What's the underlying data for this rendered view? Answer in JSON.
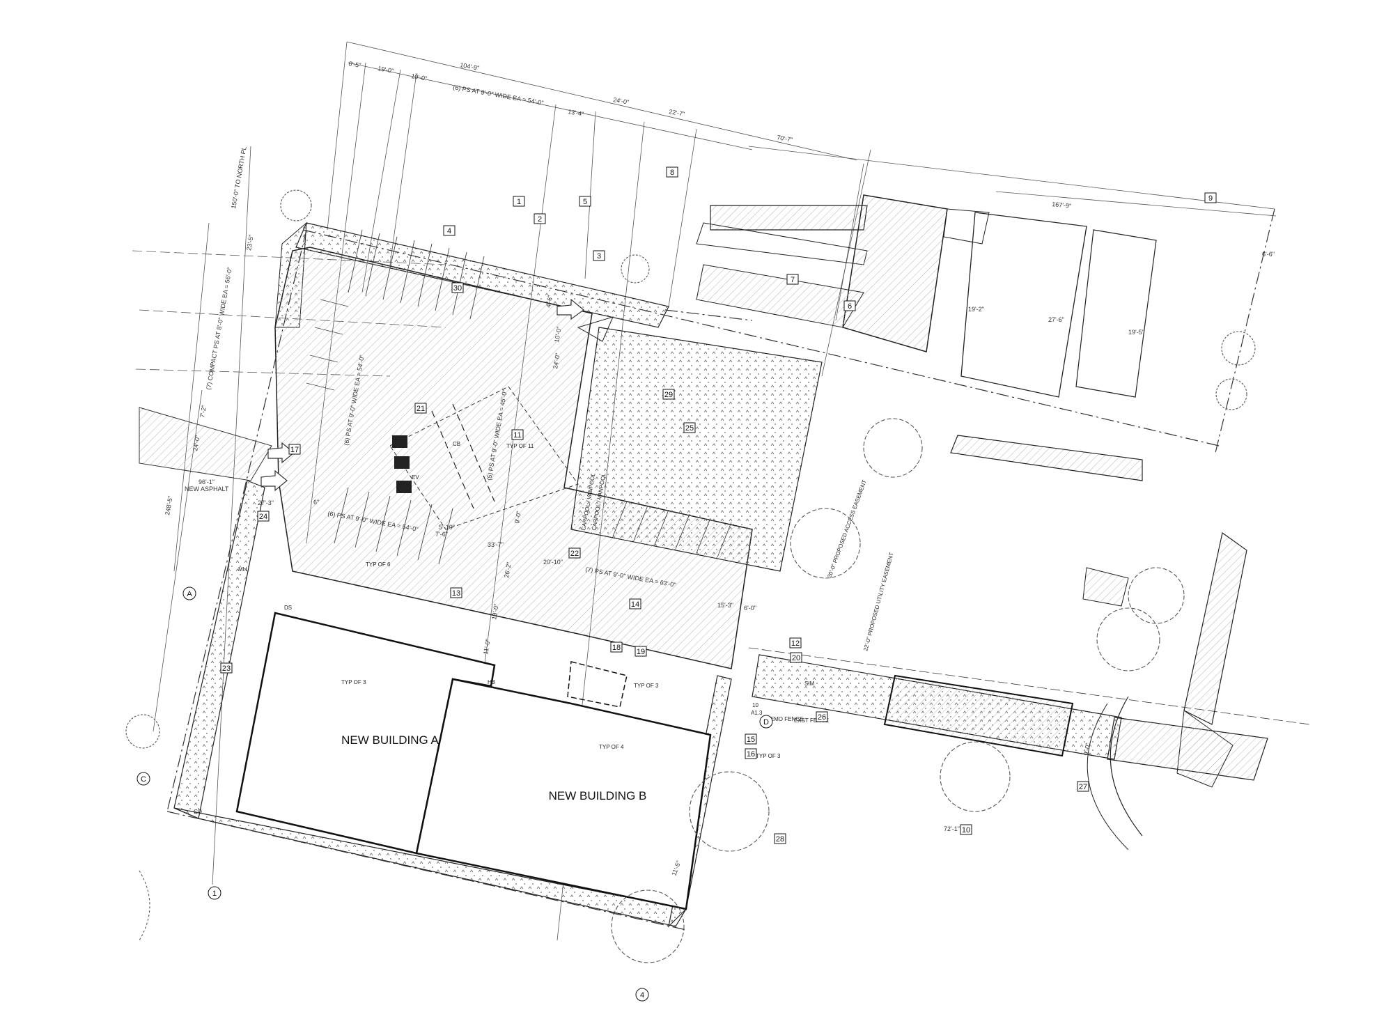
{
  "buildings": {
    "a": "NEW BUILDING A",
    "b": "NEW BUILDING B"
  },
  "dimensions": {
    "overall_top": "104'-9\"",
    "d1": "6'-5\"",
    "d2": "19'-0\"",
    "d3": "10'-0\"",
    "ps_top": "(6) PS AT 9'-0\" WIDE EA = 54'-0\"",
    "d4": "13'-4\"",
    "d5": "24'-0\"",
    "d6": "22'-7\"",
    "d7": "70'-7\"",
    "d8": "167'-9\"",
    "d9": "6'-6\"",
    "north_pl": "150'-0\" TO NORTH PL",
    "d10": "23'-5\"",
    "compact": "(7) COMPACT PS AT 8'-0\" WIDE EA = 56'-0\"",
    "d11": "7'-2\"",
    "d12": "24'-0\"",
    "d13": "96'-1\"",
    "new_asphalt": "NEW ASPHALT",
    "d14": "248'-5\"",
    "d15": "27'-3\"",
    "d16": "6\"",
    "ps_mid": "(6) PS AT 9'-0\" WIDE EA = 54'-0\"",
    "ps_diag1": "(6) PS AT 9'-0\" WIDE EA = 54'-0\"",
    "ps_diag2": "(5) PS AT 9'-0\" WIDE EA = 45'-0\"",
    "d17": "7'-6\"",
    "d18": "5'-10\"",
    "d19": "33'-7\"",
    "d20": "20'-10\"",
    "ps_right": "(7) PS AT 9'-0\" WIDE EA = 63'-0\"",
    "d21": "15'-3\"",
    "d22": "6'-0\"",
    "d23": "26'-2\"",
    "d24": "19'-0\"",
    "d25": "11'-0\"",
    "d26": "9'-0\"",
    "d27": "4'-6\"",
    "d28": "10'-0\"",
    "d29": "24'-0\"",
    "d30": "19'-2\"",
    "d31": "27'-6\"",
    "d32": "19'-5\"",
    "d33": "72'-1\"",
    "d34": "11'-5\"",
    "d35": "9'-0\""
  },
  "callouts": {
    "access_easement": "20'-0\" PROPOSED ACCESS EASEMENT",
    "utility_easement": "22'-0\" PROPOSED UTILITY EASEMENT",
    "demo_fence": "DEMO FENCE",
    "exst_fence": "EXST FENCE",
    "sheet_ref": "A1.3",
    "sheet_num": "10",
    "carpool1": "CARPOOL / VANPOOL",
    "carpool2": "CARPOOL / VANPOOL",
    "ev_label": "EV",
    "typ_of_11": "TYP OF 11",
    "typ_of_6": "TYP OF 6",
    "typ_of_3a": "TYP OF 3",
    "typ_of_3b": "TYP OF 3",
    "typ_of_3c": "TYP OF 3",
    "typ_of_4": "TYP OF 4",
    "sim": "SIM",
    "cb": "CB",
    "mh": "MH",
    "hb": "HB",
    "ds": "DS",
    "co": "CO"
  },
  "keynotes": [
    "1",
    "2",
    "3",
    "4",
    "5",
    "6",
    "7",
    "8",
    "9",
    "10",
    "11",
    "12",
    "13",
    "14",
    "15",
    "16",
    "17",
    "18",
    "19",
    "20",
    "21",
    "22",
    "23",
    "24",
    "25",
    "26",
    "27",
    "28",
    "29",
    "30"
  ],
  "grid": [
    "A",
    "C",
    "1",
    "4",
    "D"
  ],
  "colors": {
    "line": "#1a1a1a",
    "hatch": "#9a9a9a",
    "tree": "#444444"
  }
}
